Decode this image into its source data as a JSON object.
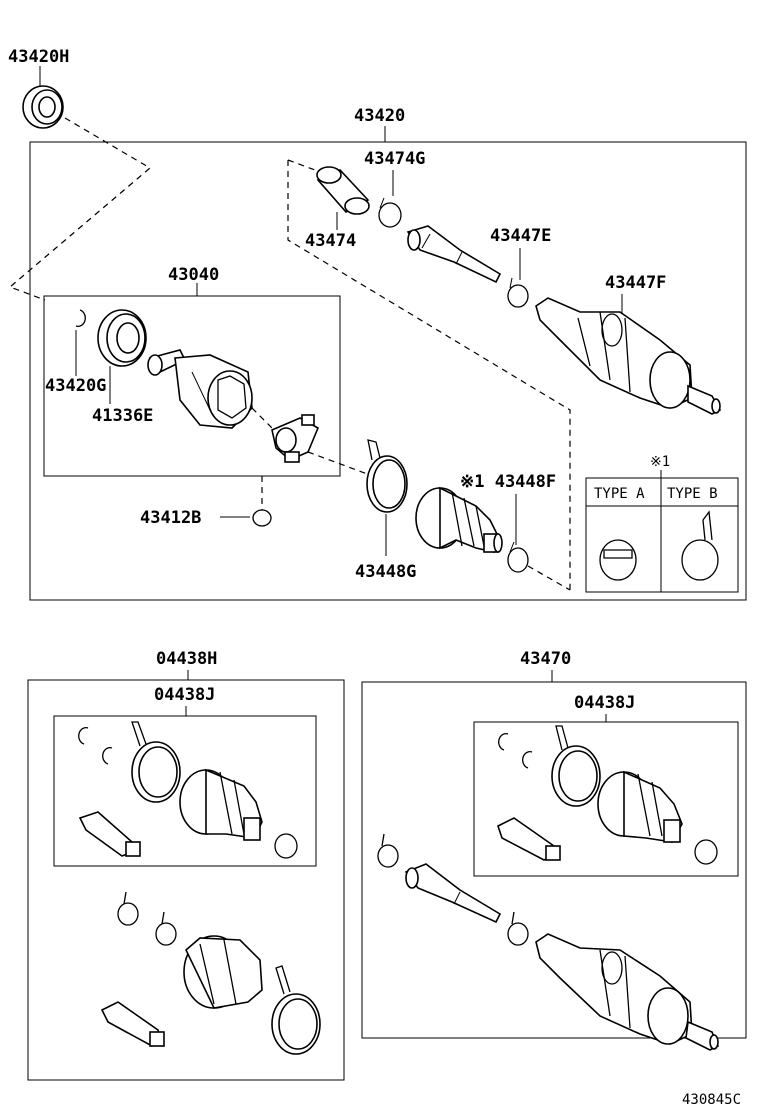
{
  "labels": {
    "l_43420H": "43420H",
    "l_43420": "43420",
    "l_43474G": "43474G",
    "l_43474": "43474",
    "l_43447E": "43447E",
    "l_43447F": "43447F",
    "l_43040": "43040",
    "l_43420G": "43420G",
    "l_41336E": "41336E",
    "l_43412B": "43412B",
    "l_43448F": "※1 43448F",
    "l_43448G": "43448G",
    "l_04438H": "04438H",
    "l_04438J_left": "04438J",
    "l_43470": "43470",
    "l_04438J_right": "04438J",
    "note_mark": "※1",
    "type_a": "TYPE A",
    "type_b": "TYPE B",
    "diagram_code": "430845C"
  }
}
